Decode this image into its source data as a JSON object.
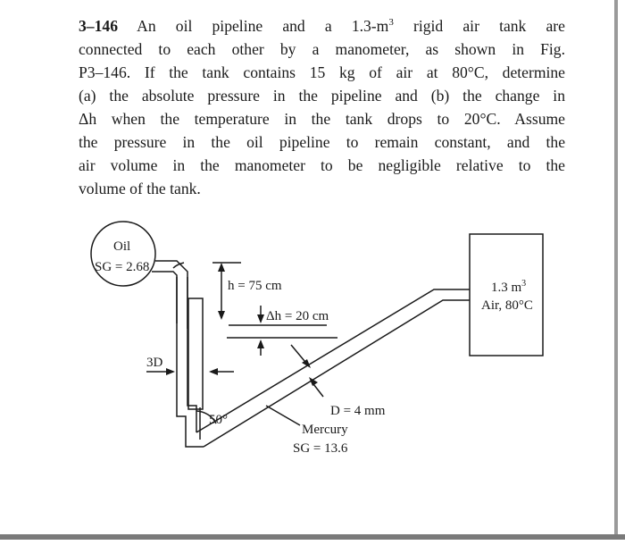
{
  "problem": {
    "number": "3–146",
    "lines": [
      "An oil pipeline and a 1.3-m",
      "rigid air tank are",
      "connected to each other by a manometer, as shown in Fig.",
      "P3–146. If the tank contains 15 kg of air at 80°C, determine",
      "(a) the absolute pressure in the pipeline and (b) the change in",
      "Δh when the temperature in the tank drops to 20°C. Assume",
      "the pressure in the oil pipeline to remain constant, and the",
      "air volume in the manometer to be negligible relative to the",
      "volume of the tank."
    ],
    "sup3": "3"
  },
  "figure": {
    "oil_label": "Oil",
    "oil_sg": "SG = 2.68",
    "h_label": "h = 75 cm",
    "dh_label": "Δh = 20 cm",
    "tank_volume": "1.3 m",
    "tank_volume_sup": "3",
    "tank_air": "Air, 80°C",
    "diam_3d": "3D",
    "angle": "50°",
    "d_label": "D = 4 mm",
    "mercury": "Mercury",
    "mercury_sg": "SG = 13.6"
  }
}
